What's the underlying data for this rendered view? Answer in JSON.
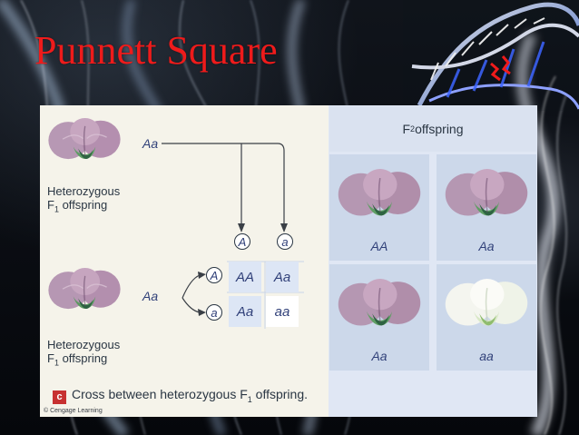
{
  "slide": {
    "title": "Punnett Square",
    "background_colors": {
      "base": "#07090d",
      "highlight": "#8e9bb1",
      "title": "#ee1b1b"
    }
  },
  "figure": {
    "background": "#f5f3ea",
    "parent_1": {
      "genotype": "Aa",
      "label_line1": "Heterozygous",
      "label_line2_prefix": "F",
      "label_line2_subscript": "1",
      "label_line2_suffix": " offspring",
      "flower_color": "purple"
    },
    "parent_2": {
      "genotype": "Aa",
      "label_line1": "Heterozygous",
      "label_line2_prefix": "F",
      "label_line2_subscript": "1",
      "label_line2_suffix": " offspring",
      "flower_color": "purple"
    },
    "punnett": {
      "top_alleles": [
        "A",
        "a"
      ],
      "left_alleles": [
        "A",
        "a"
      ],
      "cells": [
        "AA",
        "Aa",
        "Aa",
        "aa"
      ]
    },
    "offspring_panel": {
      "header_prefix": "F",
      "header_subscript": "2",
      "header_suffix": " offspring",
      "offspring": [
        {
          "genotype": "AA",
          "flower_color": "purple"
        },
        {
          "genotype": "Aa",
          "flower_color": "purple"
        },
        {
          "genotype": "Aa",
          "flower_color": "purple"
        },
        {
          "genotype": "aa",
          "flower_color": "white"
        }
      ]
    },
    "caption": {
      "badge": "c",
      "text_prefix": "Cross between heterozygous F",
      "text_subscript": "1",
      "text_suffix": " offspring."
    },
    "copyright": "© Cengage Learning"
  },
  "icons": {
    "dna_image": "dna-double-helix-icon",
    "flower_image": "pea-flower-icon"
  }
}
